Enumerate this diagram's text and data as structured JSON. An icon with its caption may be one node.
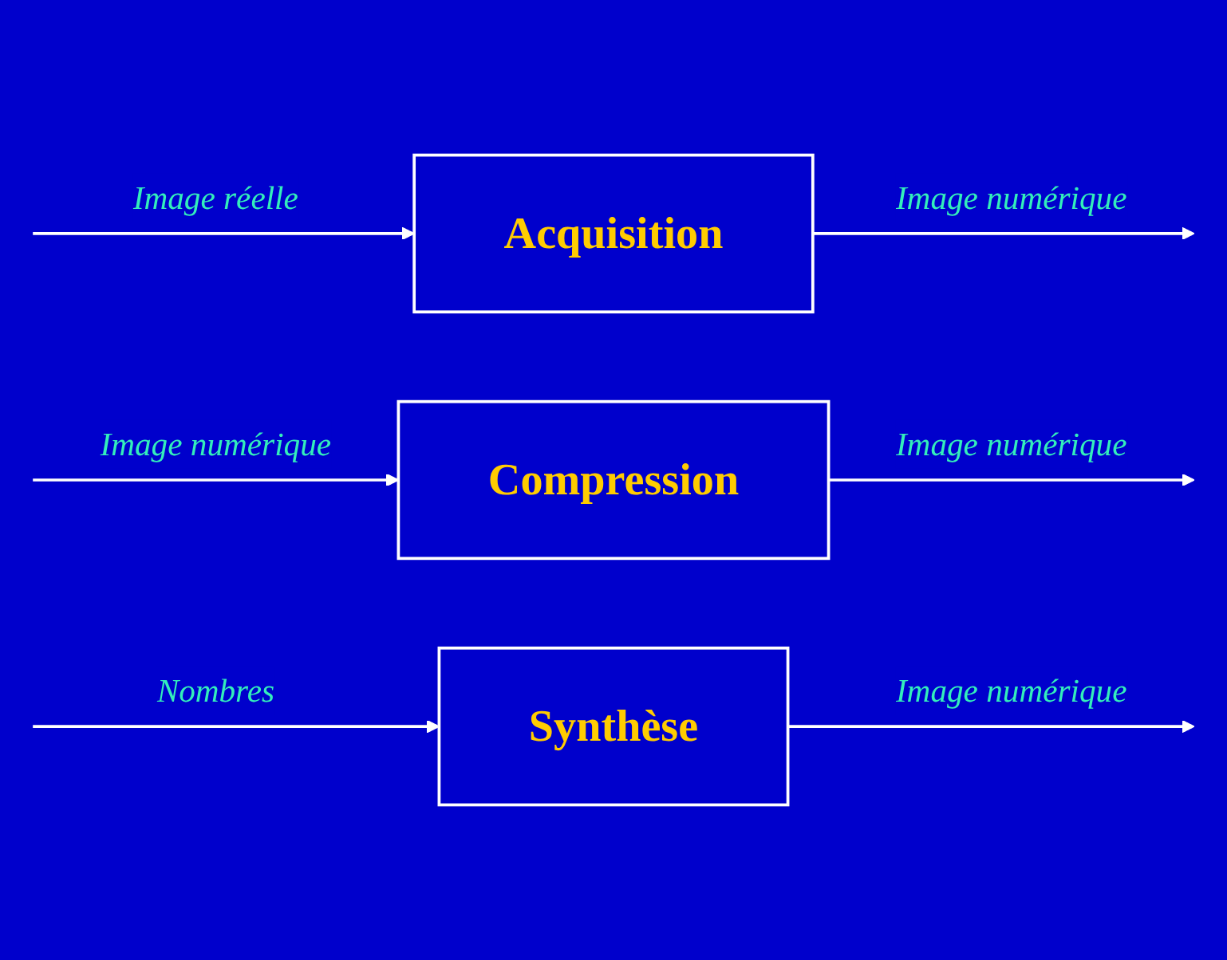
{
  "diagram": {
    "nodes": [
      {
        "text": [
          "Acquisition"
        ]
      },
      {
        "text": [
          "Compression"
        ]
      },
      {
        "text": [
          "Synthèse"
        ]
      }
    ],
    "edges": [
      {
        "from": null,
        "to": 0,
        "arrow": "to",
        "label": "Image réelle"
      },
      {
        "from": 0,
        "to": null,
        "arrow": "to",
        "label": "Image numérique"
      },
      {
        "from": null,
        "to": 1,
        "arrow": "to",
        "label": "Image numérique"
      },
      {
        "from": 1,
        "to": null,
        "arrow": "to",
        "label": "Image numérique"
      },
      {
        "from": null,
        "to": 2,
        "arrow": "to",
        "label": "Nombres"
      },
      {
        "from": 2,
        "to": null,
        "arrow": "to",
        "label": "Image numérique"
      }
    ]
  }
}
